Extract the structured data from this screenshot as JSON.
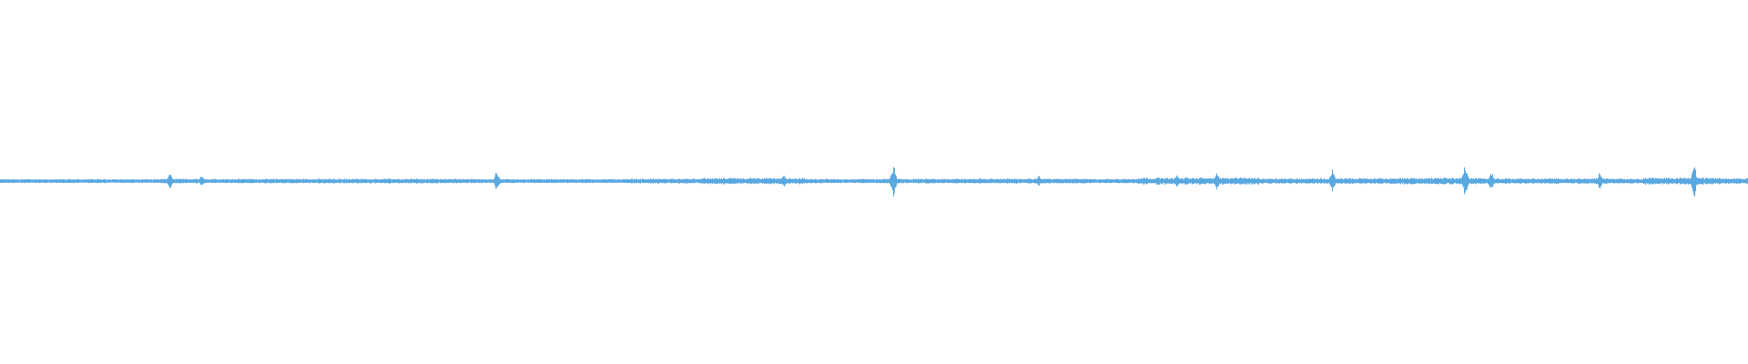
{
  "waveform": {
    "color": "#5aa8e0",
    "background": "#ffffff",
    "segments": [
      {
        "start": 0.0,
        "end": 0.09,
        "level": 0.1
      },
      {
        "start": 0.09,
        "end": 0.18,
        "level": 0.14
      },
      {
        "start": 0.18,
        "end": 0.27,
        "level": 0.15
      },
      {
        "start": 0.27,
        "end": 0.36,
        "level": 0.11
      },
      {
        "start": 0.36,
        "end": 0.4,
        "level": 0.16
      },
      {
        "start": 0.4,
        "end": 0.46,
        "level": 0.24
      },
      {
        "start": 0.46,
        "end": 0.5,
        "level": 0.12
      },
      {
        "start": 0.5,
        "end": 0.56,
        "level": 0.15
      },
      {
        "start": 0.56,
        "end": 0.62,
        "level": 0.16
      },
      {
        "start": 0.62,
        "end": 0.65,
        "level": 0.14
      },
      {
        "start": 0.65,
        "end": 0.72,
        "level": 0.3
      },
      {
        "start": 0.72,
        "end": 0.76,
        "level": 0.2
      },
      {
        "start": 0.76,
        "end": 0.8,
        "level": 0.22
      },
      {
        "start": 0.8,
        "end": 0.85,
        "level": 0.28
      },
      {
        "start": 0.85,
        "end": 0.9,
        "level": 0.2
      },
      {
        "start": 0.9,
        "end": 0.94,
        "level": 0.2
      },
      {
        "start": 0.94,
        "end": 0.98,
        "level": 0.3
      },
      {
        "start": 0.98,
        "end": 1.0,
        "level": 0.22
      }
    ],
    "spikes": [
      {
        "position": 0.097,
        "level": 0.55
      },
      {
        "position": 0.115,
        "level": 0.3
      },
      {
        "position": 0.284,
        "level": 0.6
      },
      {
        "position": 0.448,
        "level": 0.35
      },
      {
        "position": 0.511,
        "level": 1.0
      },
      {
        "position": 0.594,
        "level": 0.35
      },
      {
        "position": 0.673,
        "level": 0.35
      },
      {
        "position": 0.696,
        "level": 0.55
      },
      {
        "position": 0.762,
        "level": 0.62
      },
      {
        "position": 0.838,
        "level": 1.0
      },
      {
        "position": 0.853,
        "level": 0.55
      },
      {
        "position": 0.915,
        "level": 0.5
      },
      {
        "position": 0.969,
        "level": 0.95
      }
    ]
  }
}
